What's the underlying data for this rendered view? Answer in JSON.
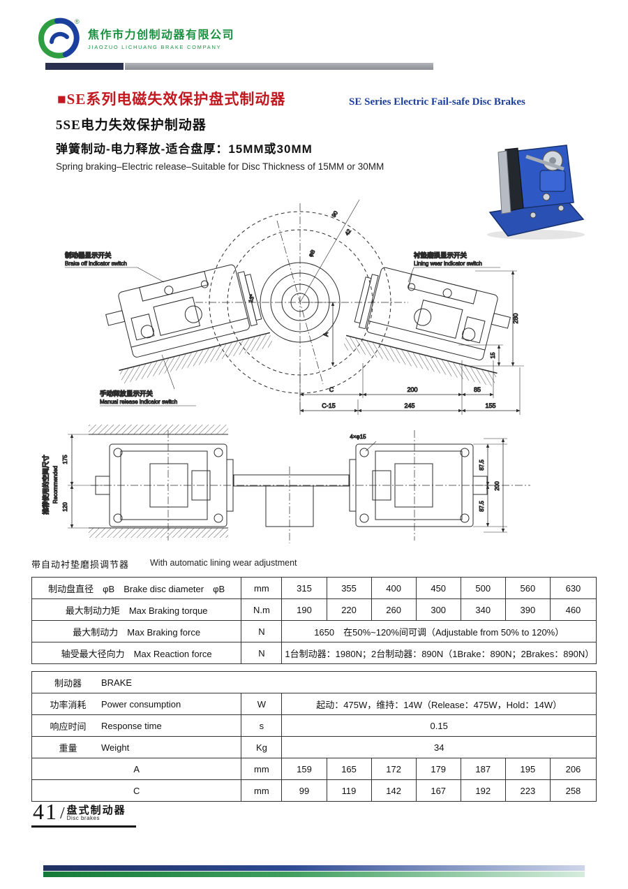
{
  "header": {
    "company_cn": "焦作市力创制动器有限公司",
    "company_en": "JIAOZUO LICHUANG BRAKE COMPANY",
    "registered_mark": "®"
  },
  "title": {
    "series_cn": "■SE系列电磁失效保护盘式制动器",
    "series_en": "SE Series Electric Fail-safe Disc Brakes",
    "model": "5SE电力失效保护制动器",
    "spec_cn": "弹簧制动-电力释放-适合盘厚：15MM或30MM",
    "spec_en": "Spring braking–Electric release–Suitable for Disc Thickness of 15MM or 30MM"
  },
  "drawing": {
    "labels": {
      "brake_off_cn": "制动器显示开关",
      "brake_off_en": "Brake off indicator switch",
      "lining_wear_cn": "衬垫磨损显示开关",
      "lining_wear_en": "Lining wear indicator switch",
      "manual_release_cn": "手动释放显示开关",
      "manual_release_en": "Manual release indicalor switch",
      "recommended_cn": "推荐使用的空间尺寸",
      "recommended_en": "Recommended",
      "bolt_note": "4×φ15"
    },
    "dims": {
      "h280": "280",
      "h15": "15",
      "c": "C",
      "w200": "200",
      "w85": "85",
      "c15": "C-15",
      "w245": "245",
      "w155": "155",
      "angle13": "13°",
      "d90": "90",
      "d42": "42",
      "phiB": "φB",
      "a": "A",
      "v175": "175",
      "v120": "120",
      "r875_top": "87.5",
      "r200": "200",
      "r875_bot": "87.5"
    }
  },
  "note": {
    "cn": "带自动衬垫磨损调节器",
    "en": "With automatic lining wear adjustment"
  },
  "table1": {
    "rows": [
      {
        "label": "制动盘直径　φB　Brake disc diameter　φB",
        "unit": "mm",
        "values": [
          "315",
          "355",
          "400",
          "450",
          "500",
          "560",
          "630"
        ]
      },
      {
        "label": "最大制动力矩　Max Braking torque",
        "unit": "N.m",
        "values": [
          "190",
          "220",
          "260",
          "300",
          "340",
          "390",
          "460"
        ]
      },
      {
        "label": "最大制动力　Max Braking force",
        "unit": "N",
        "span": "1650　在50%~120%间可调（Adjustable from 50% to 120%）"
      },
      {
        "label": "轴受最大径向力　Max  Reaction  force",
        "unit": "N",
        "span": "1台制动器：1980N；2台制动器：890N（1Brake：890N；2Brakes：890N）"
      }
    ]
  },
  "table2": {
    "header": {
      "cn": "制动器",
      "en": "BRAKE"
    },
    "rows": [
      {
        "cn": "功率消耗",
        "en": "Power consumption",
        "unit": "W",
        "span": "起动：475W，维持：14W（Release：475W，Hold：14W）"
      },
      {
        "cn": "响应时间",
        "en": "Response time",
        "unit": "s",
        "span": "0.15"
      },
      {
        "cn": "重量",
        "en": "Weight",
        "unit": "Kg",
        "span": "34"
      },
      {
        "label": "A",
        "unit": "mm",
        "values": [
          "159",
          "165",
          "172",
          "179",
          "187",
          "195",
          "206"
        ]
      },
      {
        "label": "C",
        "unit": "mm",
        "values": [
          "99",
          "119",
          "142",
          "167",
          "192",
          "223",
          "258"
        ]
      }
    ]
  },
  "footer": {
    "page": "41",
    "cn": "盘式制动器",
    "en": "Disc brakes"
  }
}
